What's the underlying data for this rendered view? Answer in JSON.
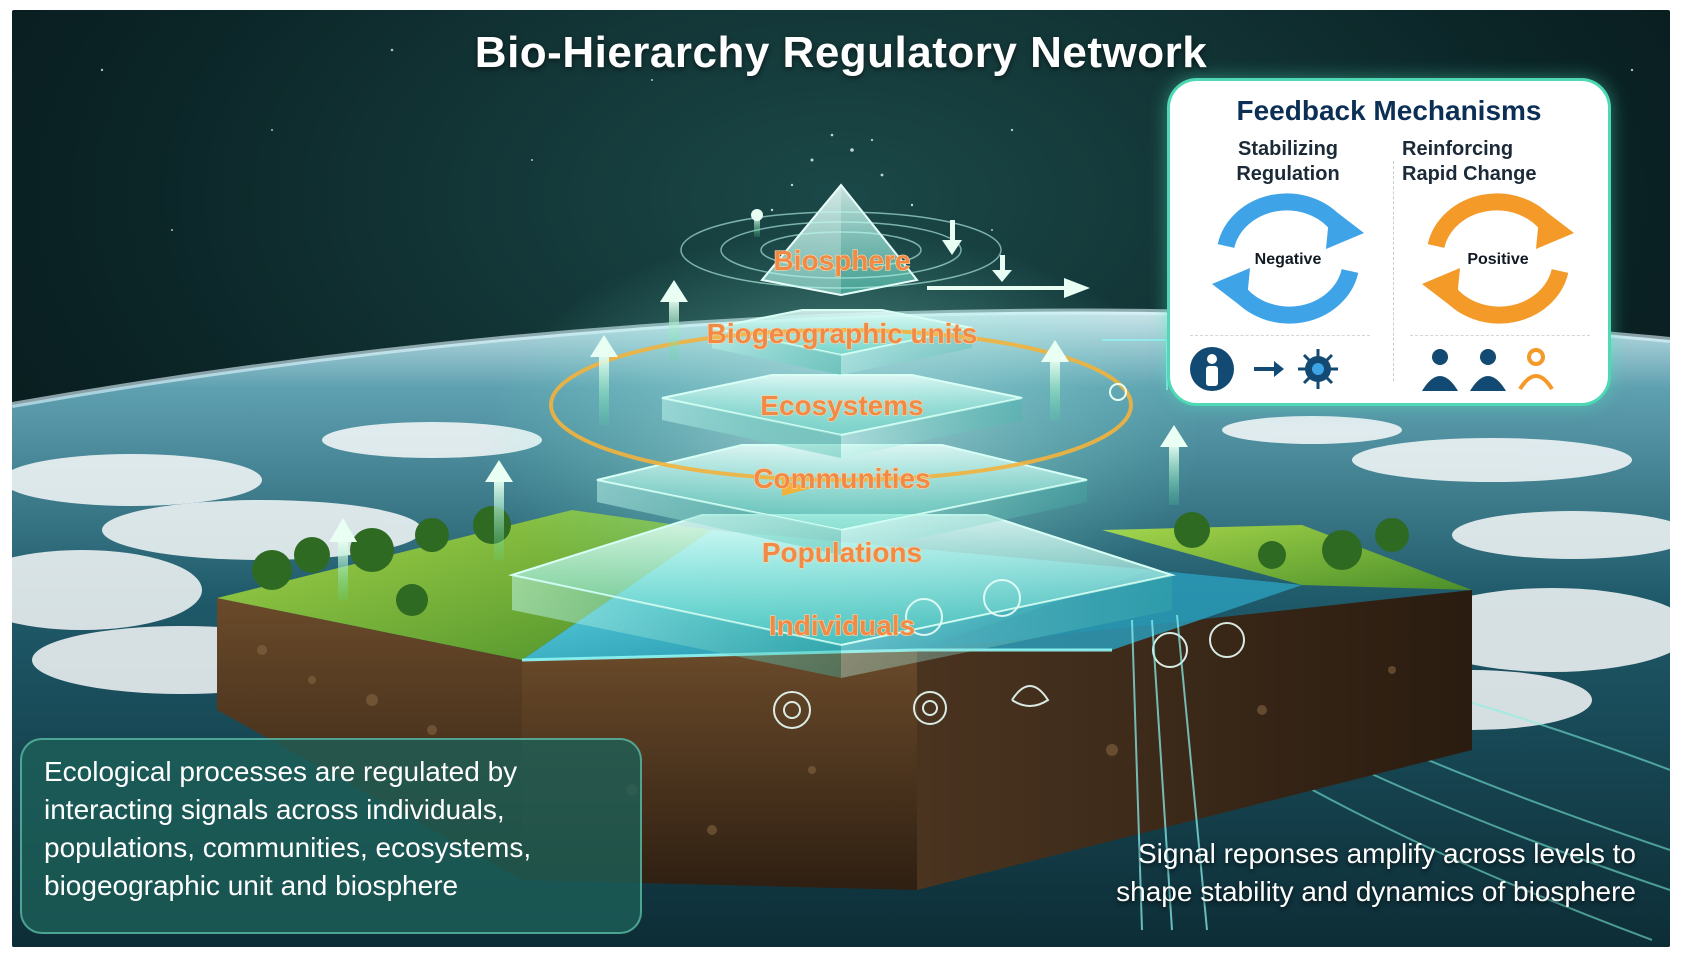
{
  "title": "Bio-Hierarchy Regulatory Network",
  "pyramid": {
    "levels": [
      "Biosphere",
      "Biogeographic units",
      "Ecosystems",
      "Communities",
      "Populations",
      "Individuals"
    ]
  },
  "feedback": {
    "title": "Feedback Mechanisms",
    "stabilizing": {
      "line1": "Stabilizing",
      "line2": "Regulation",
      "loop_label": "Negative",
      "color": "#3fa3e8"
    },
    "reinforcing": {
      "line1": "Reinforcing",
      "line2": "Rapid Change",
      "loop_label": "Positive",
      "color": "#f39a28"
    },
    "icons": [
      "person-icon",
      "arrow-right-icon",
      "microbe-icon",
      "group-icon"
    ]
  },
  "caption_left": {
    "lines": [
      "Ecological processes are regulated by",
      "interacting signals across individuals,",
      "populations, communities, ecosystems,",
      "biogeographic unit and biosphere"
    ]
  },
  "caption_right": {
    "lines": [
      "Signal reponses amplify across levels to",
      "shape stability and dynamics of biosphere"
    ]
  },
  "colors": {
    "accent_teal": "#4fd8b4",
    "label_orange": "#f08a46",
    "space_dark": "#0a1f22"
  }
}
